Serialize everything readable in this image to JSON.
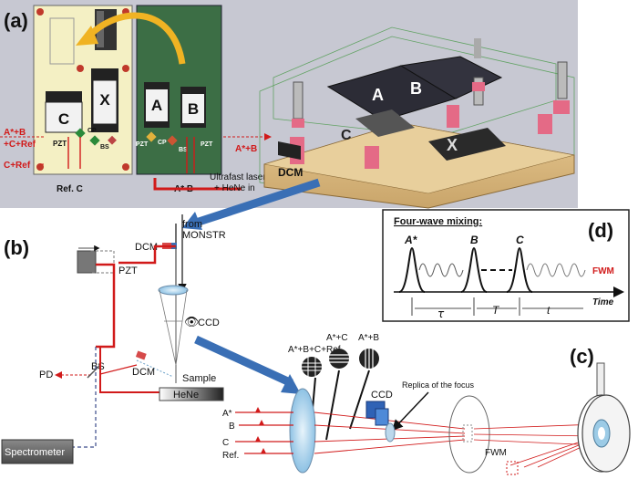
{
  "panel_a": {
    "label": "(a)",
    "box_c": "C",
    "box_x": "X",
    "box_a": "A",
    "box_b": "B",
    "pzt_left": "PZT",
    "cp_left": "CP",
    "bs_left": "BS",
    "pzt_mid": "PZT",
    "cp_mid": "CP",
    "bs_mid": "BS",
    "pzt_right": "PZT",
    "out1_line1": "A*+B",
    "out1_line2": "+C+Ref",
    "out2": "C+Ref",
    "bottom_ref_c": "Ref.  C",
    "bottom_a_b": "A*  B",
    "right_arrow_label": "A*+B",
    "laser_line1": "Ultrafast laser",
    "laser_line2": "+ HeNe in",
    "render_a": "A",
    "render_b": "B",
    "render_c": "C",
    "render_x": "X",
    "dcm": "DCM"
  },
  "panel_b": {
    "label": "(b)",
    "from_line1": "from",
    "from_line2": "MONSTR",
    "dcm_top": "DCM",
    "pzt": "PZT",
    "ccd": "CCD",
    "pd": "PD",
    "bs": "BS",
    "dcm_bottom": "DCM",
    "sample": "Sample",
    "hene": "HeNe",
    "spectrometer": "Spectrometer"
  },
  "panel_c": {
    "label": "(c)",
    "pattern1": "A*+B+C+Ref",
    "pattern2": "A*+C",
    "pattern3": "A*+B",
    "ccd": "CCD",
    "replica": "Replica of the focus",
    "beam_a": "A*",
    "beam_b": "B",
    "beam_c": "C",
    "beam_ref": "Ref.",
    "fwm": "FWM"
  },
  "panel_d": {
    "label": "(d)",
    "title": "Four-wave mixing:",
    "pulse_a": "A*",
    "pulse_b": "B",
    "pulse_c": "C",
    "fwm": "FWM",
    "time": "Time",
    "tau": "τ",
    "t_big": "T",
    "t_small": "t"
  },
  "colors": {
    "beam_red": "#d11a1a",
    "panel_a_bg": "#c7c8d2",
    "board_green": "#3c6e45",
    "board_cream": "#f4f0c4",
    "arrow_blue": "#3a6fb5",
    "wood": "#d9b880"
  }
}
